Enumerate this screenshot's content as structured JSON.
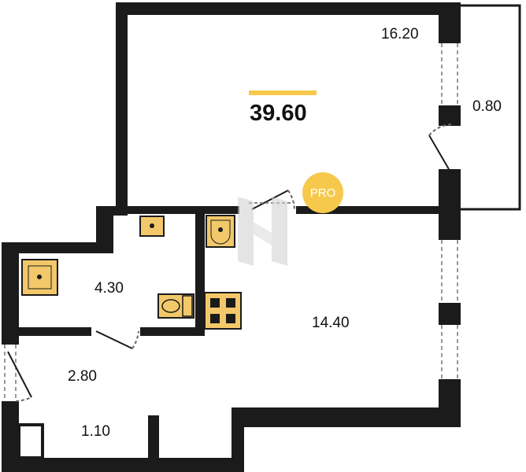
{
  "plan": {
    "total_area": "39.60",
    "rooms": {
      "living_room": "16.20",
      "balcony": "0.80",
      "bathroom": "4.30",
      "kitchen": "14.40",
      "hallway": "2.80",
      "closet": "1.10"
    }
  },
  "badge": {
    "text": "PRO"
  },
  "colors": {
    "wall": "#1b1b1b",
    "fixture": "#f2c86a",
    "accent": "#f6c94c",
    "watermark": "#d6d6d6"
  },
  "icons": [
    "bathtub-icon",
    "sink-icon",
    "toilet-icon",
    "stove-icon",
    "door-icon",
    "window-icon",
    "watermark-logo"
  ]
}
